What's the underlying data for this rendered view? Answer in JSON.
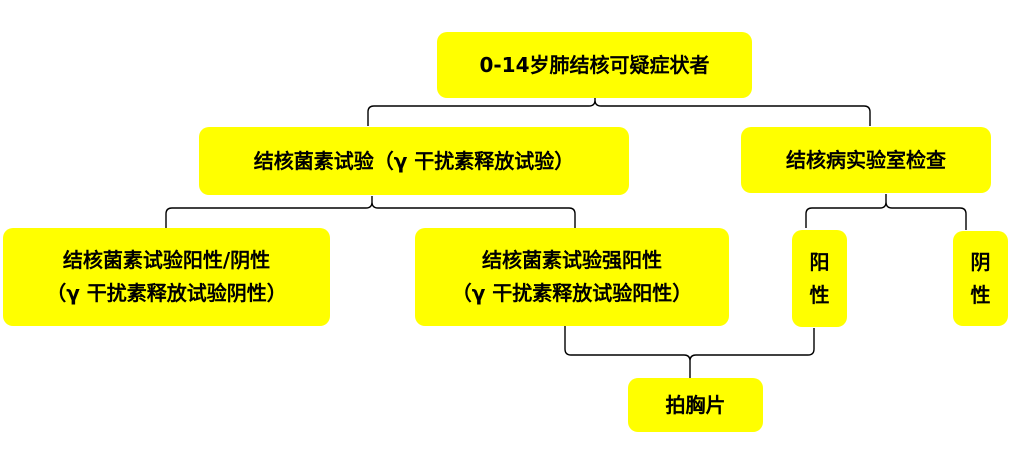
{
  "nodes": {
    "root": "0-14岁肺结核可疑症状者",
    "tst": "结核菌素试验（γ  干扰素释放试验）",
    "lab": "结核病实验室检查",
    "tst_neg": [
      "结核菌素试验阳性/阴性",
      "（γ  干扰素释放试验阴性）"
    ],
    "tst_pos": [
      "结核菌素试验强阳性",
      "（γ  干扰素释放试验阳性）"
    ],
    "lab_pos": [
      "阳",
      "性"
    ],
    "lab_neg": [
      "阴",
      "性"
    ],
    "xray": "拍胸片"
  },
  "colors": {
    "node_fill": "#ffff00",
    "connector": "#000000"
  }
}
